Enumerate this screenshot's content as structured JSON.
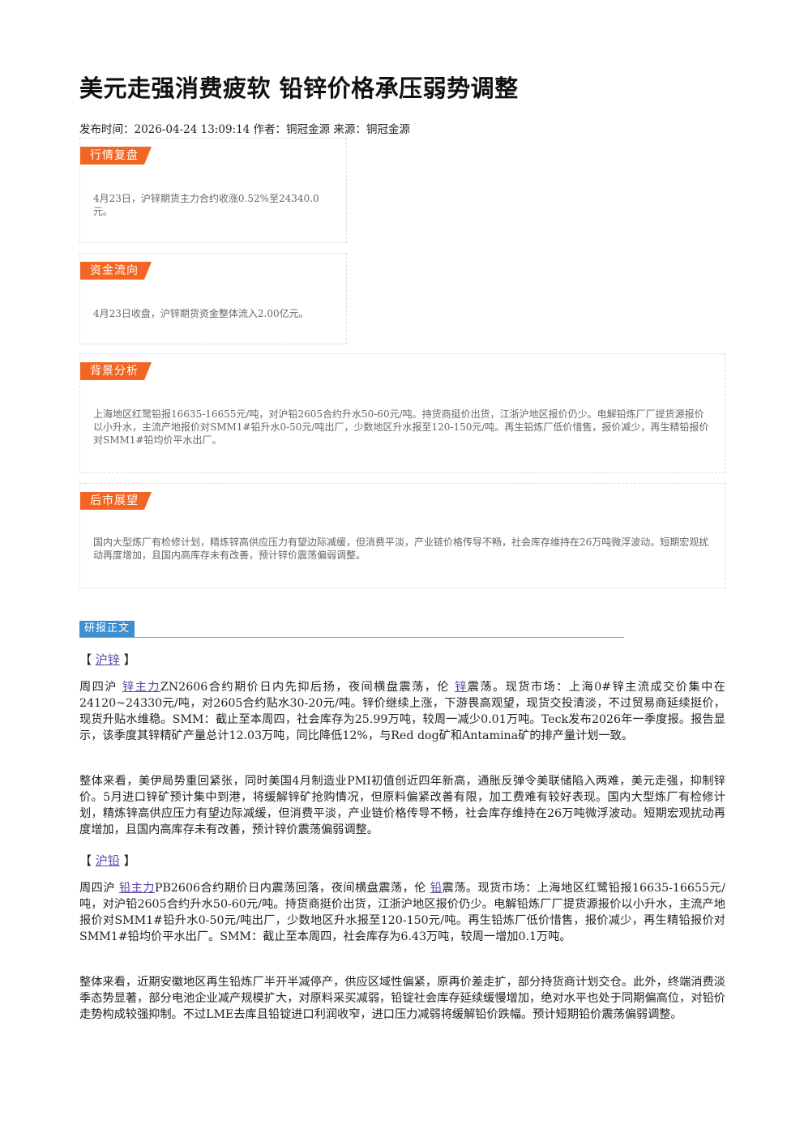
{
  "title": "美元走强消费疲软 铅锌价格承压弱势调整",
  "meta": "发布时间：2026-04-24 13:09:14 作者：铜冠金源 来源：铜冠金源",
  "boxes": {
    "market": {
      "tag": "行情复盘",
      "text": "4月23日，沪锌期货主力合约收涨0.52%至24340.0元。"
    },
    "fund": {
      "tag": "资金流向",
      "text": "4月23日收盘，沪锌期货资金整体流入2.00亿元。"
    },
    "background": {
      "tag": "背景分析",
      "text": "上海地区红鹭铅报16635-16655元/吨，对沪铅2605合约升水50-60元/吨。持货商挺价出货，江浙沪地区报价仍少。电解铅炼厂厂提货源报价以小升水，主流产地报价对SMM1#铅升水0-50元/吨出厂，少数地区升水报至120-150元/吨。再生铅炼厂低价惜售，报价减少，再生精铅报价对SMM1#铅均价平水出厂。"
    },
    "outlook": {
      "tag": "后市展望",
      "text": "国内大型炼厂有检修计划，精炼锌高供应压力有望边际减缓，但消费平淡，产业链价格传导不畅，社会库存维持在26万吨微浮波动。短期宏观扰动再度增加，且国内高库存未有改善，预计锌价震荡偏弱调整。"
    }
  },
  "section_title": "研报正文",
  "zinc": {
    "bracket_open": "【",
    "name": "沪锌",
    "bracket_close": "】",
    "p1_prefix": "周四沪",
    "p1_link1": "锌主力",
    "p1_mid": "ZN2606合约期价日内先抑后扬，夜间横盘震荡，伦",
    "p1_link2": "锌",
    "p1_rest": "震荡。现货市场：上海0#锌主流成交价集中在24120~24330元/吨，对2605合约贴水30-20元/吨。锌价继续上涨，下游畏高观望，现货交投清淡，不过贸易商延续挺价，现货升贴水维稳。SMM：截止至本周四，社会库存为25.99万吨，较周一减少0.01万吨。Teck发布2026年一季度报。报告显示，该季度其锌精矿产量总计12.03万吨，同比降低12%，与Red dog矿和Antamina矿的排产量计划一致。",
    "p2": "整体来看，美伊局势重回紧张，同时美国4月制造业PMI初值创近四年新高，通胀反弹令美联储陷入两难，美元走强，抑制锌价。5月进口锌矿预计集中到港，将缓解锌矿抢购情况，但原料偏紧改善有限，加工费难有较好表现。国内大型炼厂有检修计划，精炼锌高供应压力有望边际减缓，但消费平淡，产业链价格传导不畅，社会库存维持在26万吨微浮波动。短期宏观扰动再度增加，且国内高库存未有改善，预计锌价震荡偏弱调整。"
  },
  "lead": {
    "bracket_open": "【",
    "name": "沪铅",
    "bracket_close": "】",
    "p1_prefix": "周四沪",
    "p1_link1": "铅主力",
    "p1_mid": "PB2606合约期价日内震荡回落，夜间横盘震荡，伦",
    "p1_link2": "铅",
    "p1_rest": "震荡。现货市场：上海地区红鹭铅报16635-16655元/吨，对沪铅2605合约升水50-60元/吨。持货商挺价出货，江浙沪地区报价仍少。电解铅炼厂厂提货源报价以小升水，主流产地报价对SMM1#铅升水0-50元/吨出厂，少数地区升水报至120-150元/吨。再生铅炼厂低价惜售，报价减少，再生精铅报价对SMM1#铅均价平水出厂。SMM：截止至本周四，社会库存为6.43万吨，较周一增加0.1万吨。",
    "p2": "整体来看，近期安徽地区再生铅炼厂半开半减停产，供应区域性偏紧，原再价差走扩，部分持货商计划交仓。此外，终端消费淡季态势显著，部分电池企业减产规模扩大，对原料采买减弱，铅锭社会库存延续缓慢增加，绝对水平也处于同期偏高位，对铅价走势构成较强抑制。不过LME去库且铅锭进口利润收窄，进口压力减弱将缓解铅价跌幅。预计短期铅价震荡偏弱调整。"
  },
  "colors": {
    "tag_orange": "#f26522",
    "section_blue": "#3d8fd1",
    "link_purple": "#5b3fa6"
  }
}
